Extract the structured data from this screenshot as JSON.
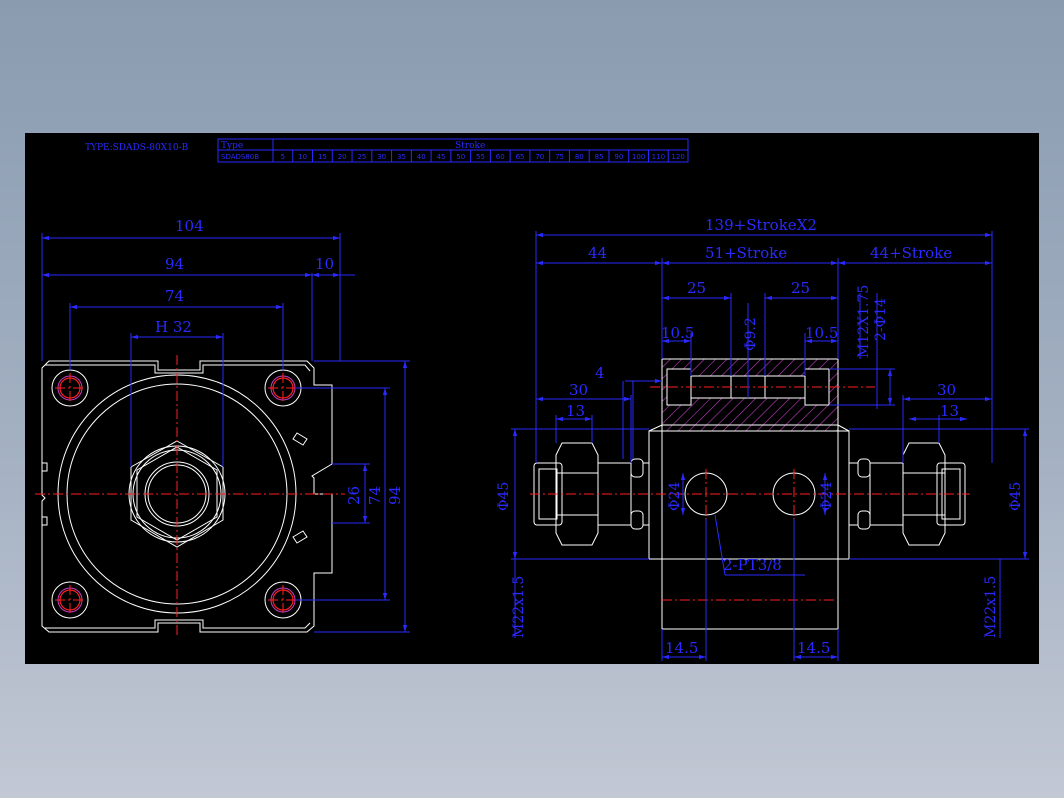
{
  "header": {
    "type_label": "TYPE:SDADS-80X10-B",
    "table_col_type": "Type",
    "table_col_stroke": "Stroke",
    "table_model": "SDADS80B",
    "strokes": [
      "5",
      "10",
      "15",
      "20",
      "25",
      "30",
      "35",
      "40",
      "45",
      "50",
      "55",
      "60",
      "65",
      "70",
      "75",
      "80",
      "85",
      "90",
      "100",
      "110",
      "120"
    ]
  },
  "front_view": {
    "dim_104": "104",
    "dim_94_top": "94",
    "dim_10": "10",
    "dim_74_top": "74",
    "dim_h32": "H 32",
    "dim_26": "26",
    "dim_74_side": "74",
    "dim_94_side": "94"
  },
  "side_view": {
    "dim_total": "139+StrokeX2",
    "dim_44": "44",
    "dim_51_stroke": "51+Stroke",
    "dim_44_stroke": "44+Stroke",
    "dim_25_left": "25",
    "dim_25_right": "25",
    "dim_105_left": "10.5",
    "dim_105_right": "10.5",
    "dim_phi92": "Φ9.2",
    "dim_m12": "M12X1.75",
    "dim_2phi14": "2-Φ14",
    "dim_4": "4",
    "dim_30_left": "30",
    "dim_13_left": "13",
    "dim_30_right": "30",
    "dim_13_right": "13",
    "dim_phi45_left": "Φ45",
    "dim_phi45_right": "Φ45",
    "dim_phi24_left": "Φ24",
    "dim_phi24_right": "Φ24",
    "dim_pt": "2-PT3/8",
    "dim_m22_left": "M22x1.5",
    "dim_m22_right": "M22x1.5",
    "dim_145_left": "14.5",
    "dim_145_right": "14.5"
  }
}
